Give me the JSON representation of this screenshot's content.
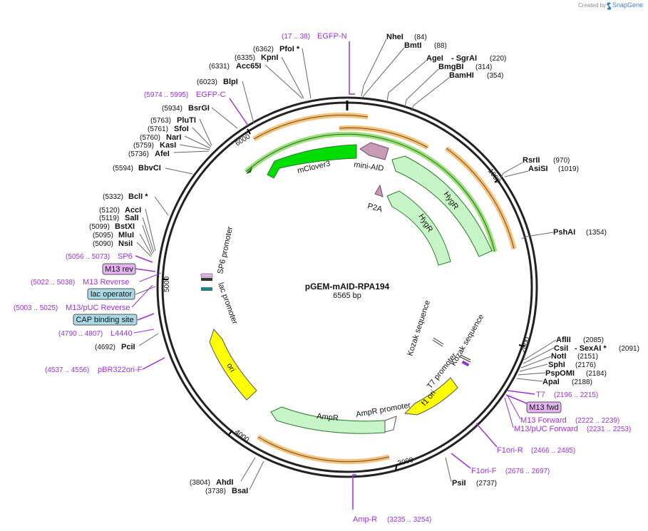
{
  "credit": {
    "text": "Created by",
    "brand": "SnapGene"
  },
  "plasmid": {
    "name": "pGEM-mAID-RPA194",
    "size_label": "6565 bp",
    "length": 6565
  },
  "ticks": [
    "1000",
    "2000",
    "3000",
    "4000",
    "5000",
    "6000"
  ],
  "colors": {
    "backbone": "#000000",
    "primer": "#9b30d9",
    "mclover3": "#00dd00",
    "mini_aid": "#c99ab8",
    "p2a": "#c99ab8",
    "resistance": "#c8f5c8",
    "ori": "#ffff00",
    "orange_band": "#f5c27a",
    "green_band": "#9be07b",
    "misc_box": "#a9d8e6",
    "misc_purple_box": "#e2b3f0"
  },
  "sites": [
    {
      "name": "NheI",
      "pos": "(84)"
    },
    {
      "name": "BmtI",
      "pos": "(88)"
    },
    {
      "name": "AgeI",
      "pos": "(220)",
      "extra": "- SgrAI"
    },
    {
      "name": "BmgBI",
      "pos": "(314)"
    },
    {
      "name": "BamHI",
      "pos": "(354)"
    },
    {
      "name": "RsrII",
      "pos": "(970)"
    },
    {
      "name": "AsiSI",
      "pos": "(1019)"
    },
    {
      "name": "PshAI",
      "pos": "(1354)"
    },
    {
      "name": "AflII",
      "pos": "(2085)"
    },
    {
      "name": "CsiI",
      "pos": "(2091)",
      "extra": "- SexAI *"
    },
    {
      "name": "NotI",
      "pos": "(2151)"
    },
    {
      "name": "SphI",
      "pos": "(2176)"
    },
    {
      "name": "PspOMI",
      "pos": "(2184)"
    },
    {
      "name": "ApaI",
      "pos": "(2188)"
    },
    {
      "name": "PsiI",
      "pos": "(2737)"
    },
    {
      "name": "AhdI",
      "pos": "(3804)"
    },
    {
      "name": "BsaI",
      "pos": "(3738)"
    },
    {
      "name": "PciI",
      "pos": "(4692)"
    },
    {
      "name": "NsiI",
      "pos": "(5090)"
    },
    {
      "name": "MluI",
      "pos": "(5095)"
    },
    {
      "name": "BstXI",
      "pos": "(5099)"
    },
    {
      "name": "SalI",
      "pos": "(5119)"
    },
    {
      "name": "AccI",
      "pos": "(5120)"
    },
    {
      "name": "BclI *",
      "pos": "(5332)"
    },
    {
      "name": "BbvCI",
      "pos": "(5594)"
    },
    {
      "name": "AfeI",
      "pos": "(5736)"
    },
    {
      "name": "KasI",
      "pos": "(5759)"
    },
    {
      "name": "NarI",
      "pos": "(5760)"
    },
    {
      "name": "SfoI",
      "pos": "(5761)"
    },
    {
      "name": "PluTI",
      "pos": "(5763)"
    },
    {
      "name": "BsrGI",
      "pos": "(5934)"
    },
    {
      "name": "BlpI",
      "pos": "(6023)"
    },
    {
      "name": "Acc65I",
      "pos": "(6331)"
    },
    {
      "name": "KpnI",
      "pos": "(6335)"
    },
    {
      "name": "PfoI *",
      "pos": "(6362)"
    }
  ],
  "primers": [
    {
      "name": "EGFP-N",
      "range": "(17 .. 38)"
    },
    {
      "name": "EGFP-C",
      "range": "(5974 .. 5995)"
    },
    {
      "name": "SP6",
      "range": "(5056 .. 5073)"
    },
    {
      "name": "M13 Reverse",
      "range": "(5022 .. 5038)"
    },
    {
      "name": "M13/pUC Reverse",
      "range": "(5003 .. 5025)"
    },
    {
      "name": "L4440",
      "range": "(4790 .. 4807)"
    },
    {
      "name": "pBR322ori-F",
      "range": "(4537 .. 4556)"
    },
    {
      "name": "T7",
      "range": "(2196 .. 2215)"
    },
    {
      "name": "M13 Forward",
      "range": "(2222 .. 2239)"
    },
    {
      "name": "M13/pUC Forward",
      "range": "(2231 .. 2253)"
    },
    {
      "name": "F1ori-R",
      "range": "(2466 .. 2485)"
    },
    {
      "name": "F1ori-F",
      "range": "(2676 .. 2697)"
    },
    {
      "name": "Amp-R",
      "range": "(3235 .. 3254)"
    }
  ],
  "boxes": {
    "m13_rev": "M13 rev",
    "lac_operator": "lac operator",
    "cap_site": "CAP binding site",
    "m13_fwd": "M13 fwd"
  },
  "features": {
    "mclover3": "mClover3",
    "mini_aid": "mini-AID",
    "p2a": "P2A",
    "hygr_outer": "HygR",
    "hygr_inner": "HygR",
    "sp6_promoter": "SP6 promoter",
    "lac_promoter": "lac promoter",
    "ori": "ori",
    "ampr": "AmpR",
    "ampr_promoter": "AmpR promoter",
    "f1_ori": "f1 ori",
    "t7_promoter": "T7 promoter",
    "kozak_1": "Kozak sequence",
    "kozak_2": "Kozak sequence"
  }
}
